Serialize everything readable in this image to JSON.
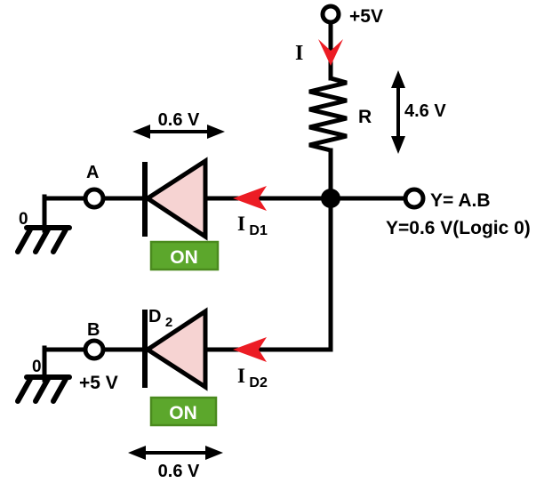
{
  "labels": {
    "supply": "+5V",
    "current_in": "I",
    "resistor": "R",
    "resistor_drop": "4.6 V",
    "output_line1": "Y= A.B",
    "output_line2": "Y=0.6 V(Logic 0)",
    "input_a": "A",
    "input_a_logic": "0",
    "input_b": "B",
    "input_b_logic": "0",
    "input_b_voltage": "+5 V",
    "diode1_drop": "0.6 V",
    "diode1_state": "ON",
    "diode1_current_main": "I",
    "diode1_current_sub": "D1",
    "diode2_name_main": "D",
    "diode2_name_sub": "2",
    "diode2_drop": "0.6 V",
    "diode2_state": "ON",
    "diode2_current_main": "I",
    "diode2_current_sub": "D2"
  },
  "colors": {
    "arrow_red": "#EC1C24",
    "diode_pink": "#F6D3D2",
    "on_green": "#5CA72C",
    "on_green_border": "#4A8A1E",
    "black": "#000000"
  }
}
